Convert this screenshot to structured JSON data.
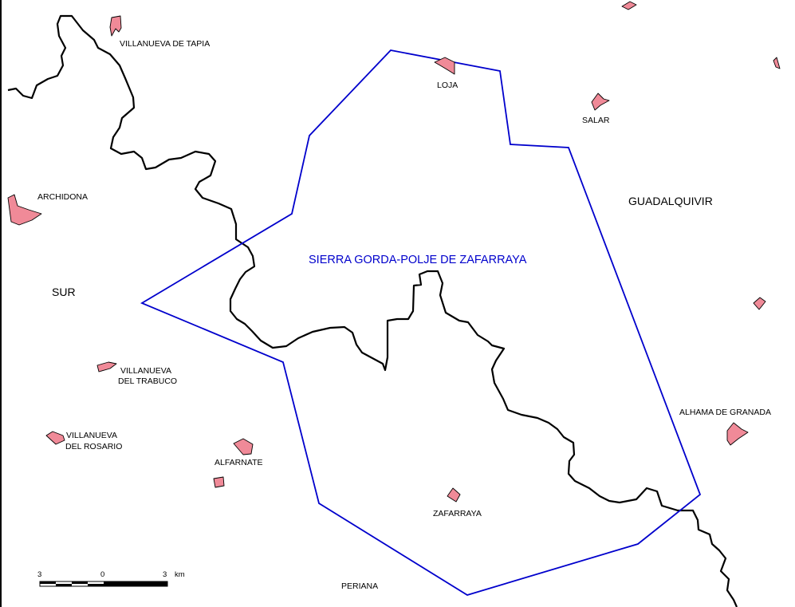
{
  "map": {
    "aquifer_name": "SIERRA GORDA-POLJE DE ZAFARRAYA",
    "regions": {
      "west": "SUR",
      "east": "GUADALQUIVIR"
    },
    "towns": {
      "villanueva_de_tapia": "VILLANUEVA DE TAPIA",
      "loja": "LOJA",
      "salar": "SALAR",
      "archidona": "ARCHIDONA",
      "villanueva_del_trabuco_1": "VILLANUEVA",
      "villanueva_del_trabuco_2": "DEL TRABUCO",
      "villanueva_del_rosario_1": "VILLANUEVA",
      "villanueva_del_rosario_2": "DEL ROSARIO",
      "alfarnate": "ALFARNATE",
      "alhama_de_granada": "ALHAMA DE GRANADA",
      "zafarraya": "ZAFARRAYA",
      "periana": "PERIANA"
    },
    "scale_bar": {
      "left": "3",
      "center": "0",
      "right": "3",
      "unit": "km"
    },
    "colors": {
      "aquifer_outline": "#0000cc",
      "watershed_divide": "#000000",
      "town_fill": "#f08a98",
      "town_stroke": "#000000"
    }
  }
}
